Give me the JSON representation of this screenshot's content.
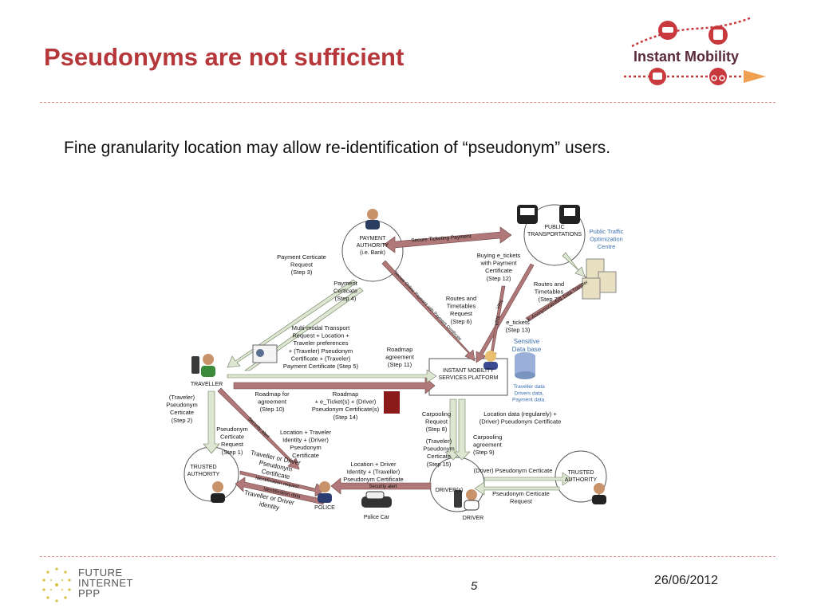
{
  "slide": {
    "title": "Pseudonyms are not sufficient",
    "subtitle": "Fine granularity location may allow re-identification of “pseudonym” users."
  },
  "logo": {
    "text": "Instant Mobility"
  },
  "footer": {
    "page_number": "5",
    "date": "26/06/2012",
    "fip_logo_lines": [
      "FUTURE",
      "INTERNET",
      "PPP"
    ]
  },
  "colors": {
    "title": "#b5373a",
    "dashed_rule": "#d9908a",
    "arrow_red": "#b07878",
    "arrow_green": "#dde6d0",
    "sensitive_blue": "#3a6fb0"
  },
  "diagram": {
    "nodes": {
      "payment_authority": [
        "PAYMENT",
        "AUTHORITY",
        "(i.e. Bank)"
      ],
      "public_transportations": [
        "PUBLIC",
        "TRANSPORTATIONS"
      ],
      "public_traffic_centre": [
        "Public Traffic",
        "Optimization",
        "Centre"
      ],
      "platform": [
        "INSTANT MOBILITY",
        "SERVICES PLATFORM"
      ],
      "sensitive_db": [
        "Sensitive",
        "Data base"
      ],
      "sensitive_db_note": [
        "Traveller data",
        "Drivers data,",
        "Payment data."
      ],
      "traveller": "TRAVELLER",
      "trusted_authority_left": [
        "TRUSTED",
        "AUTHORITY"
      ],
      "trusted_authority_right": [
        "TRUSTED",
        "AUTHORITY"
      ],
      "police": "POLICE",
      "police_car": "Police Car",
      "drivers": "DRIVER(s)",
      "driver": "DRIVER"
    },
    "labels": {
      "step3": [
        "Payment  Certicate",
        "Request",
        "(Step 3)"
      ],
      "step4": [
        "Payment",
        "Certicate",
        "(Step 4)"
      ],
      "step12": [
        "Buying e_tickets",
        "with Payment",
        "Certificate",
        "(Step 12)"
      ],
      "step6": [
        "Routes and",
        "Timetables",
        "Request",
        "(Step 6)"
      ],
      "step7": [
        "Routes and",
        "Timetables",
        "(Step 7)"
      ],
      "step13": [
        "e_tickets",
        "(Step 13)"
      ],
      "step5": [
        "Multi-modal Transport",
        "Request + Location +",
        "Traveler preferences",
        "+ (Traveler) Pseudonym",
        "Certificate + (Traveler)",
        "Payment Certificate (Step 5)"
      ],
      "step11": [
        "Roadmap",
        "agreement",
        "(Step 11)"
      ],
      "step2": [
        "(Traveler)",
        "Pseudonym",
        "Certicate",
        "(Step 2)"
      ],
      "step10": [
        "Roadmap for",
        "agreement",
        "(Step 10)"
      ],
      "step14": [
        "Roadmap",
        "+ e_Ticket(s) + (Driver)",
        "Pseudonym Certificate(s)",
        "(Step 14)"
      ],
      "step1": [
        "Pseudonym",
        "Certicate",
        "Request",
        "(Step 1)"
      ],
      "loc_identity_driver": [
        "Location + Traveler",
        "Identity + (Driver)",
        "Pseudonym",
        "Certificate"
      ],
      "step8": [
        "Carpooling",
        "Request",
        "(Step 8)"
      ],
      "loc_data_driver": [
        "Location data (regularely) +",
        "(Driver) Pseudonym Certificate"
      ],
      "step15": [
        "(Traveler)",
        "Pseudonym",
        "Certicate",
        "(Step 15)"
      ],
      "step9": [
        "Carpooling",
        "agreement",
        "(Step 9)"
      ],
      "loc_identity_traveller": [
        "Location + Driver",
        "Identity + (Traveller)",
        "Pseudonym Certificate"
      ],
      "driver_pseudonym_cert": "(Driver) Pseudonym Certicate",
      "driver_pseudonym_req": [
        "Pseudonym Certicate",
        "Request"
      ],
      "traveller_or_driver_1": [
        "Traveller or Driver",
        "Pseudonym",
        "Certificate"
      ],
      "traveller_or_driver_2": [
        "Traveller or Driver",
        "identity"
      ]
    },
    "arrow_labels": {
      "secure_ticketing_payment": "Secure Ticketing Payment",
      "secure_online_payment": "Secure Online Payment with Payment Certificate",
      "vpn_1": "VPN",
      "vpn_2": "VPN",
      "k_anonymization": "K-Anonymization & Data Transfer",
      "security_alert_1": "Security alert",
      "security_alert_2": "Security alert",
      "identification_request": "Identification request",
      "identification_data": "Identification data"
    }
  }
}
